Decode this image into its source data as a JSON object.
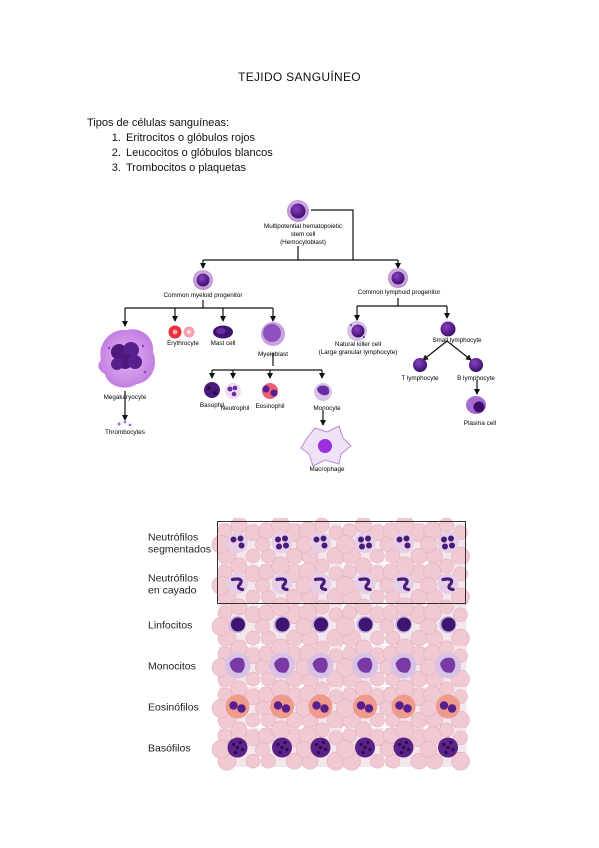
{
  "document": {
    "title": "TEJIDO SANGUÍNEO",
    "intro": "Tipos de células sanguíneas:",
    "cell_types": [
      "Eritrocitos o glóbulos rojos",
      "Leucocitos o glóbulos blancos",
      "Trombocitos o plaquetas"
    ]
  },
  "hematopoiesis": {
    "stem_cell": [
      "Multipotential hematopoietic",
      "stem cell",
      "(Hemocytoblast)"
    ],
    "myeloid_progenitor": "Common myeloid progenitor",
    "lymphoid_progenitor": "Common lymphoid progenitor",
    "megakaryocyte": "Megakaryocyte",
    "thrombocytes": "Thrombocytes",
    "erythrocyte": "Erythrocyte",
    "mast_cell": "Mast cell",
    "myeloblast": "Myeloblast",
    "basophil": "Basophil",
    "neutrophil": "Neutrophil",
    "eosinophil": "Eosinophil",
    "monocyte": "Monocyte",
    "macrophage": "Macrophage",
    "nk_cell": [
      "Natural killer cell",
      "(Large granular lymphocyte)"
    ],
    "small_lymphocyte": "Small lymphocyte",
    "t_lymphocyte": "T lymphocyte",
    "b_lymphocyte": "B lymphocyte",
    "plasma_cell": "Plasma cell"
  },
  "smear": {
    "rows": [
      {
        "label": [
          "Neutrófilos",
          "segmentados"
        ],
        "type": "seg"
      },
      {
        "label": [
          "Neutrófilos",
          "en cayado"
        ],
        "type": "band"
      },
      {
        "label": [
          "Linfocitos"
        ],
        "type": "lymph"
      },
      {
        "label": [
          "Monocitos"
        ],
        "type": "mono"
      },
      {
        "label": [
          "Eosinófilos"
        ],
        "type": "eos"
      },
      {
        "label": [
          "Basófilos"
        ],
        "type": "baso"
      }
    ]
  },
  "colors": {
    "nucleus": "#5a1f8f",
    "cytoplasm": "#c9a3dd",
    "erythrocyte": "#e8303a",
    "smear_bg": "#f3e6ec"
  }
}
